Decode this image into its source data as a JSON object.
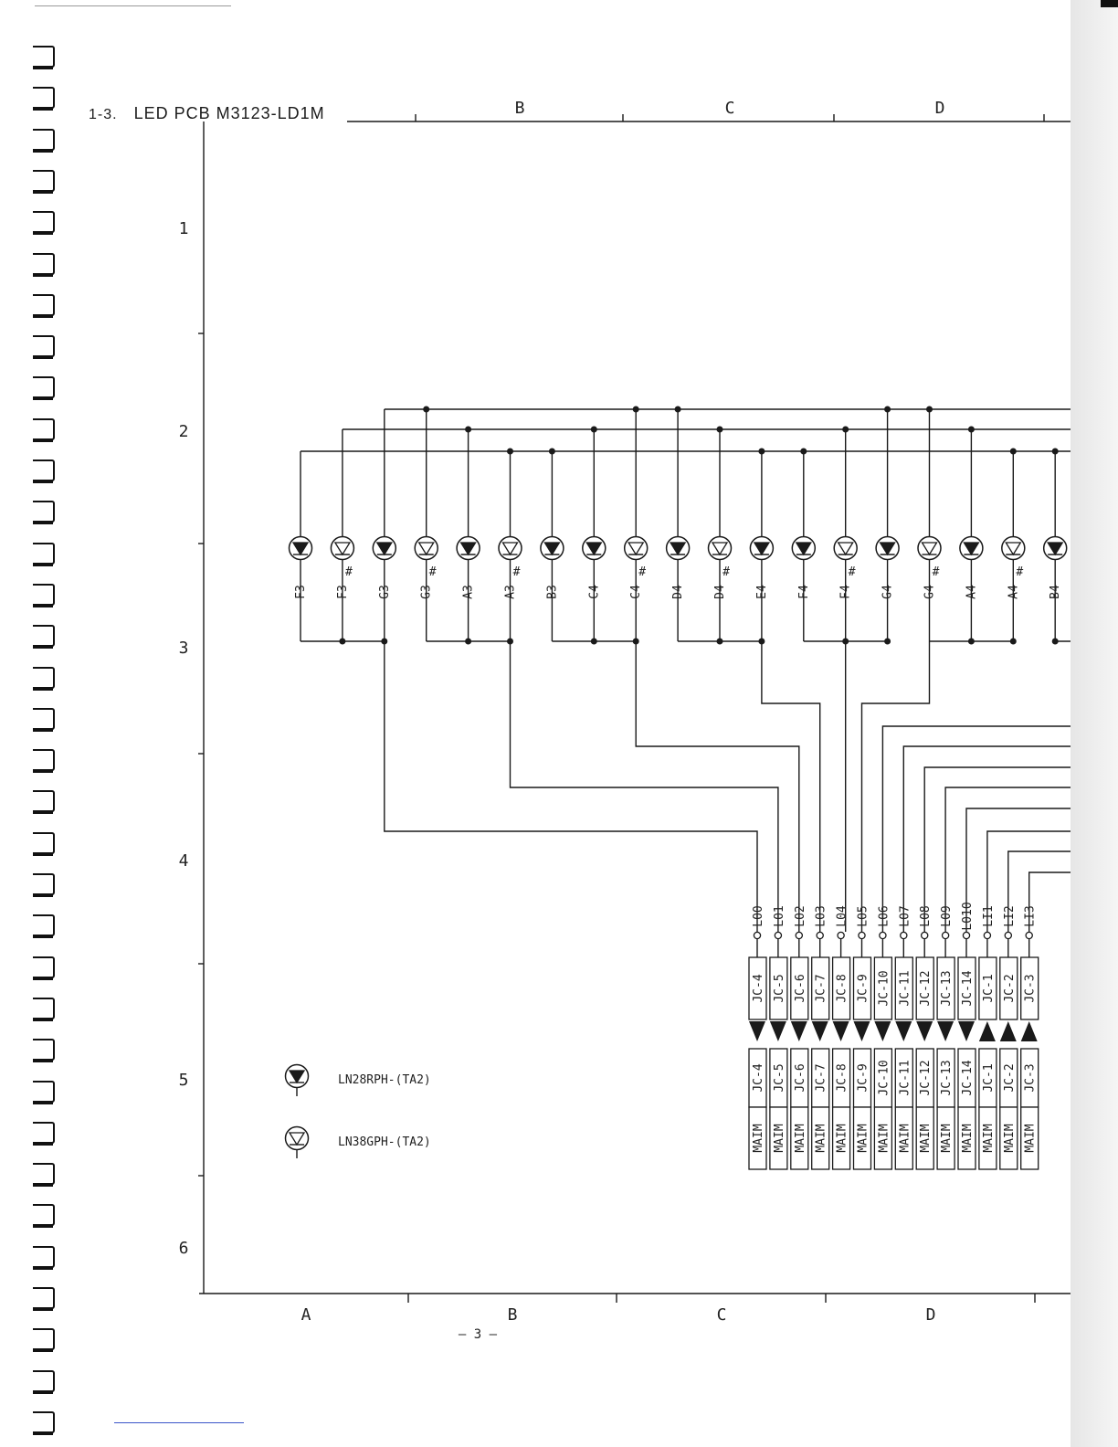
{
  "page": {
    "section_number": "1-3.",
    "title": "LED PCB M3123-LD1M",
    "page_number": "– 3 –"
  },
  "grid": {
    "columns_top": [
      "B",
      "C",
      "D"
    ],
    "columns_bottom": [
      "A",
      "B",
      "C",
      "D"
    ],
    "rows": [
      "1",
      "2",
      "3",
      "4",
      "5",
      "6"
    ]
  },
  "leds": [
    {
      "label": "F3",
      "type": "red"
    },
    {
      "label": "F3#",
      "type": "green"
    },
    {
      "label": "G3",
      "type": "red"
    },
    {
      "label": "G3#",
      "type": "green"
    },
    {
      "label": "A3",
      "type": "red"
    },
    {
      "label": "A3#",
      "type": "green"
    },
    {
      "label": "B3",
      "type": "red"
    },
    {
      "label": "C4",
      "type": "red"
    },
    {
      "label": "C4#",
      "type": "green"
    },
    {
      "label": "D4",
      "type": "red"
    },
    {
      "label": "D4#",
      "type": "green"
    },
    {
      "label": "E4",
      "type": "red"
    },
    {
      "label": "F4",
      "type": "red"
    },
    {
      "label": "F4#",
      "type": "green"
    },
    {
      "label": "G4",
      "type": "red"
    },
    {
      "label": "G4#",
      "type": "green"
    },
    {
      "label": "A4",
      "type": "red"
    },
    {
      "label": "A4#",
      "type": "green"
    },
    {
      "label": "B4",
      "type": "red"
    }
  ],
  "signals": [
    "L00",
    "L01",
    "L02",
    "L03",
    "L04",
    "L05",
    "L06",
    "L07",
    "L08",
    "L09",
    "L010",
    "LI1",
    "LI2",
    "LI3"
  ],
  "connectors": [
    {
      "jc": "JC-4",
      "main": "MAIM",
      "dir": "down"
    },
    {
      "jc": "JC-5",
      "main": "MAIM",
      "dir": "down"
    },
    {
      "jc": "JC-6",
      "main": "MAIM",
      "dir": "down"
    },
    {
      "jc": "JC-7",
      "main": "MAIM",
      "dir": "down"
    },
    {
      "jc": "JC-8",
      "main": "MAIM",
      "dir": "down"
    },
    {
      "jc": "JC-9",
      "main": "MAIM",
      "dir": "down"
    },
    {
      "jc": "JC-10",
      "main": "MAIM",
      "dir": "down"
    },
    {
      "jc": "JC-11",
      "main": "MAIM",
      "dir": "down"
    },
    {
      "jc": "JC-12",
      "main": "MAIM",
      "dir": "down"
    },
    {
      "jc": "JC-13",
      "main": "MAIM",
      "dir": "down"
    },
    {
      "jc": "JC-14",
      "main": "MAIM",
      "dir": "down"
    },
    {
      "jc": "JC-1",
      "main": "MAIM",
      "dir": "up"
    },
    {
      "jc": "JC-2",
      "main": "MAIM",
      "dir": "up"
    },
    {
      "jc": "JC-3",
      "main": "MAIM",
      "dir": "up"
    }
  ],
  "legend": {
    "red_part": "LN28RPH-(TA2)",
    "green_part": "LN38GPH-(TA2)"
  }
}
